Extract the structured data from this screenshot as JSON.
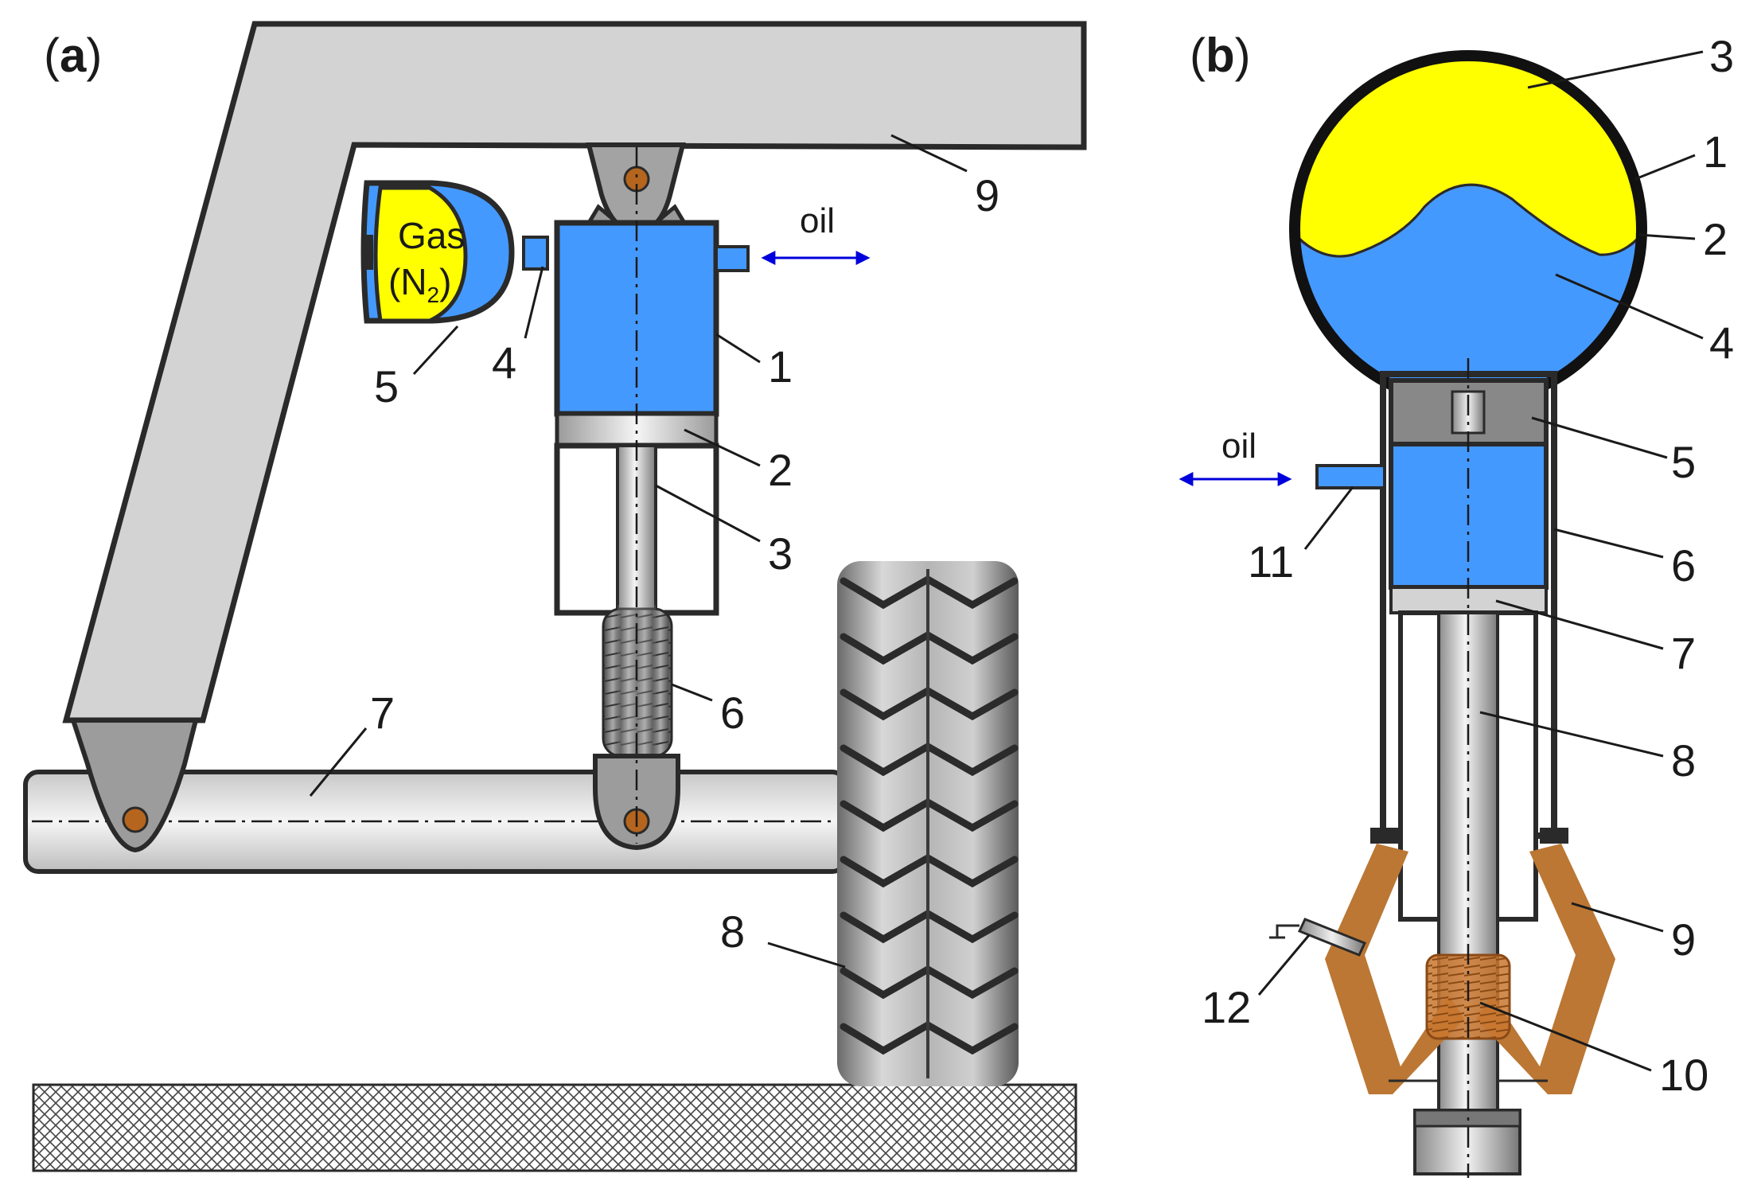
{
  "panel_a": {
    "tag_open": "(",
    "tag_letter": "a",
    "tag_close": ")",
    "gas_line1": "Gas",
    "gas_line2_open": "(N",
    "gas_sub": "2",
    "gas_line2_close": ")",
    "oil": "oil",
    "labels": [
      "1",
      "2",
      "3",
      "4",
      "5",
      "6",
      "7",
      "8",
      "9"
    ]
  },
  "panel_b": {
    "tag_open": "(",
    "tag_letter": "b",
    "tag_close": ")",
    "oil": "oil",
    "labels": [
      "1",
      "2",
      "3",
      "4",
      "5",
      "6",
      "7",
      "8",
      "9",
      "10",
      "11",
      "12"
    ]
  },
  "colors": {
    "oil_blue": "#4499ff",
    "gas_yellow": "#ffff00",
    "frame_gray": "#d3d3d3",
    "bracket_orange": "#bb7733",
    "arrow_blue": "#0000dd",
    "outline": "#2a2a2a"
  }
}
